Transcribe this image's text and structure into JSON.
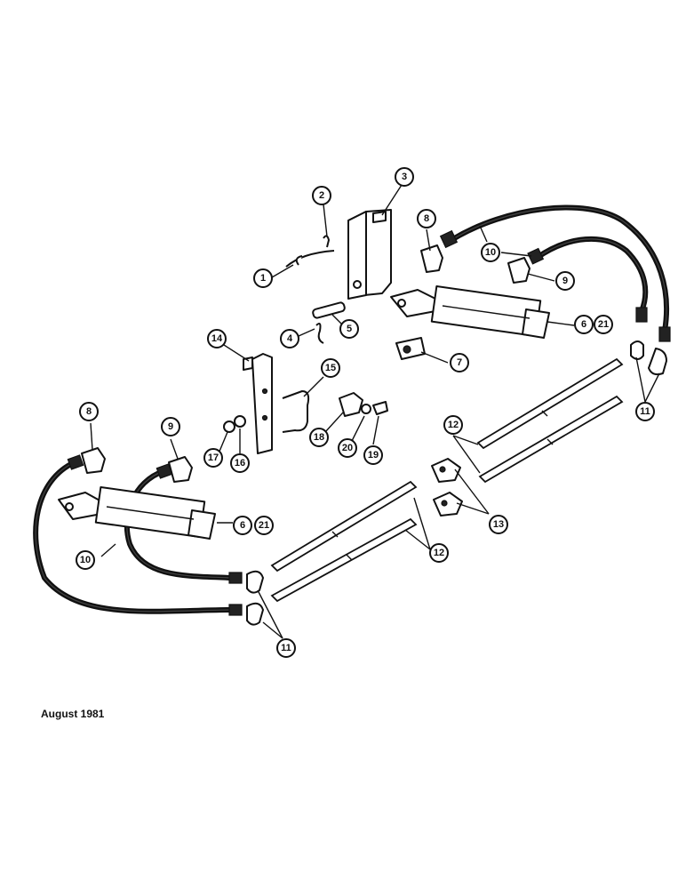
{
  "footer": {
    "date": "August 1981"
  },
  "callouts": {
    "c1": "1",
    "c2": "2",
    "c3": "3",
    "c4": "4",
    "c5": "5",
    "c6a": "6",
    "c21a": "21",
    "c7": "7",
    "c8a": "8",
    "c9a": "9",
    "c10a": "10",
    "c11a": "11",
    "c12a": "12",
    "c13": "13",
    "c14": "14",
    "c15": "15",
    "c16": "16",
    "c17": "17",
    "c18": "18",
    "c19": "19",
    "c20": "20",
    "c8b": "8",
    "c9b": "9",
    "c6b": "6",
    "c21b": "21",
    "c10b": "10",
    "c12b": "12",
    "c11b": "11"
  }
}
